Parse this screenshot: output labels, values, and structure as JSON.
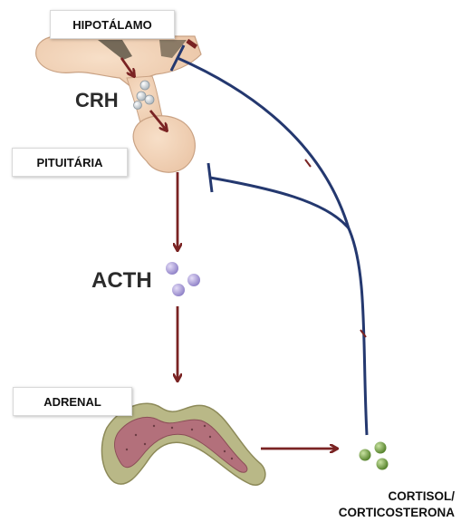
{
  "labels": {
    "hypothalamus": "HIPOTÁLAMO",
    "pituitary": "PITUITÁRIA",
    "crh": "CRH",
    "acth": "ACTH",
    "adrenal": "ADRENAL",
    "cortisol_line1": "CORTISOL/",
    "cortisol_line2": "CORTICOSTERONA"
  },
  "colors": {
    "stimulatory_arrow": "#7a2323",
    "feedback_line": "#24386f",
    "tissue": "#f2d1b4",
    "tissue_outline": "#c9a284",
    "crh_particle": "#c7d0d6",
    "acth_particle": "#a99bd8",
    "cortisol_particle": "#6f9b3c",
    "adrenal_outer": "#b9b887",
    "adrenal_inner": "#b3707b"
  },
  "icons": {
    "inhibition": "feedback-inhibition-bar",
    "stimulation": "arrow-down"
  }
}
